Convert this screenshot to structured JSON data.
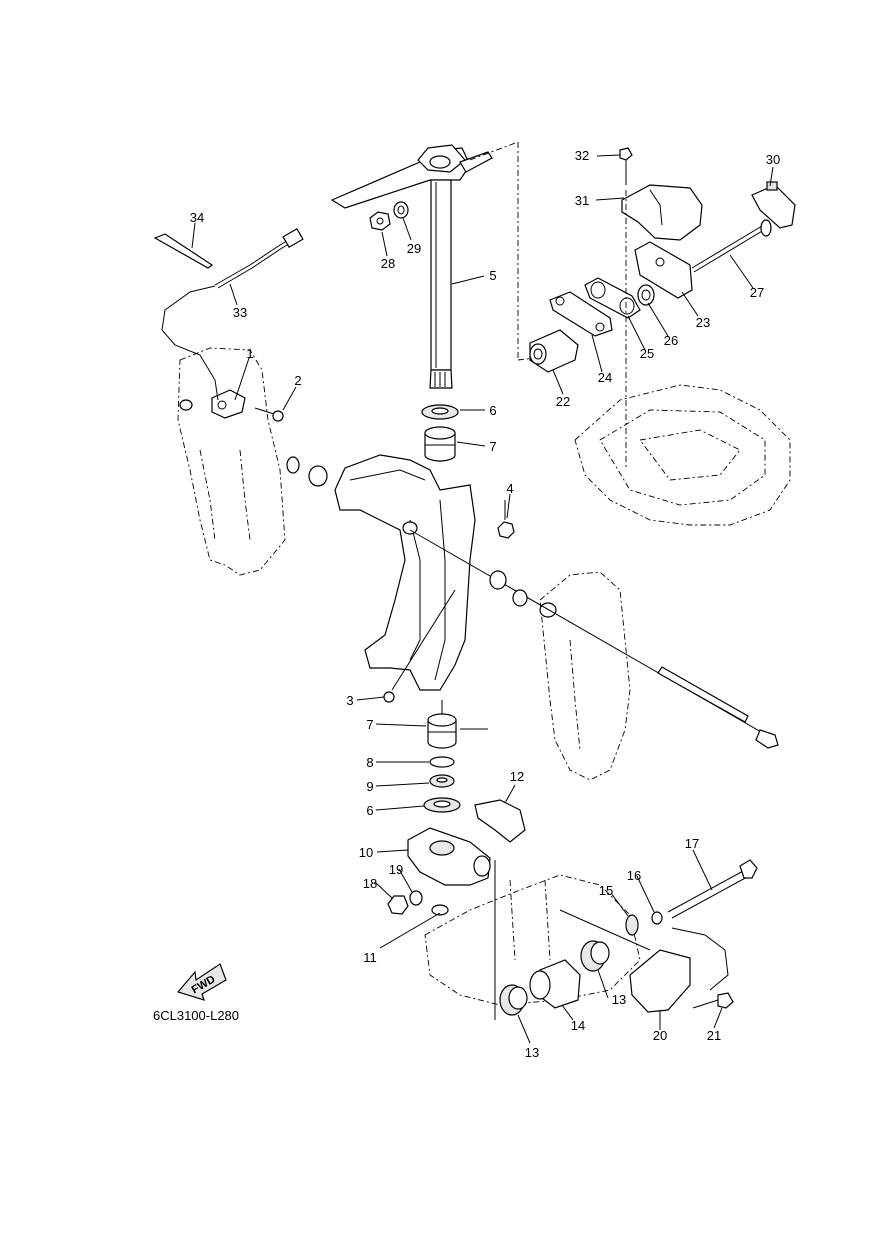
{
  "diagram": {
    "reference_code": "6CL3100-L280",
    "fwd_label": "FWD",
    "callouts": [
      {
        "id": "c1",
        "label": "1"
      },
      {
        "id": "c2",
        "label": "2"
      },
      {
        "id": "c3",
        "label": "3"
      },
      {
        "id": "c4",
        "label": "4"
      },
      {
        "id": "c5",
        "label": "5"
      },
      {
        "id": "c6a",
        "label": "6"
      },
      {
        "id": "c6b",
        "label": "6"
      },
      {
        "id": "c7a",
        "label": "7"
      },
      {
        "id": "c7b",
        "label": "7"
      },
      {
        "id": "c8",
        "label": "8"
      },
      {
        "id": "c9",
        "label": "9"
      },
      {
        "id": "c10",
        "label": "10"
      },
      {
        "id": "c11",
        "label": "11"
      },
      {
        "id": "c12",
        "label": "12"
      },
      {
        "id": "c13a",
        "label": "13"
      },
      {
        "id": "c13b",
        "label": "13"
      },
      {
        "id": "c14",
        "label": "14"
      },
      {
        "id": "c15",
        "label": "15"
      },
      {
        "id": "c16",
        "label": "16"
      },
      {
        "id": "c17",
        "label": "17"
      },
      {
        "id": "c18",
        "label": "18"
      },
      {
        "id": "c19",
        "label": "19"
      },
      {
        "id": "c20",
        "label": "20"
      },
      {
        "id": "c21",
        "label": "21"
      },
      {
        "id": "c22",
        "label": "22"
      },
      {
        "id": "c23",
        "label": "23"
      },
      {
        "id": "c24",
        "label": "24"
      },
      {
        "id": "c25",
        "label": "25"
      },
      {
        "id": "c26",
        "label": "26"
      },
      {
        "id": "c27",
        "label": "27"
      },
      {
        "id": "c28",
        "label": "28"
      },
      {
        "id": "c29",
        "label": "29"
      },
      {
        "id": "c30",
        "label": "30"
      },
      {
        "id": "c31",
        "label": "31"
      },
      {
        "id": "c32",
        "label": "32"
      },
      {
        "id": "c33",
        "label": "33"
      },
      {
        "id": "c34",
        "label": "34"
      }
    ]
  }
}
